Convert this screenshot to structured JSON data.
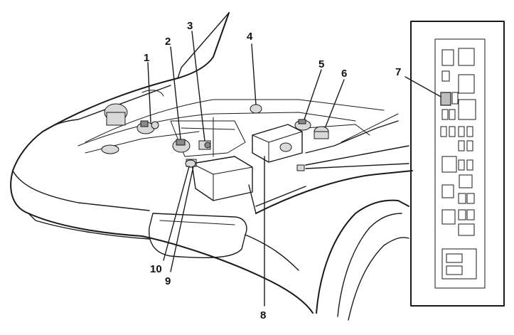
{
  "callouts": [
    {
      "id": "1",
      "text": "1"
    },
    {
      "id": "2",
      "text": "2"
    },
    {
      "id": "3",
      "text": "3"
    },
    {
      "id": "4",
      "text": "4"
    },
    {
      "id": "5",
      "text": "5"
    },
    {
      "id": "6",
      "text": "6"
    },
    {
      "id": "7",
      "text": "7"
    },
    {
      "id": "8",
      "text": "8"
    },
    {
      "id": "9",
      "text": "9"
    },
    {
      "id": "10",
      "text": "10"
    }
  ],
  "colors": {
    "line": "#1a1a1a",
    "background": "#ffffff",
    "part_fill": "#d9d9d9",
    "highlight": "#bdbdbd"
  }
}
